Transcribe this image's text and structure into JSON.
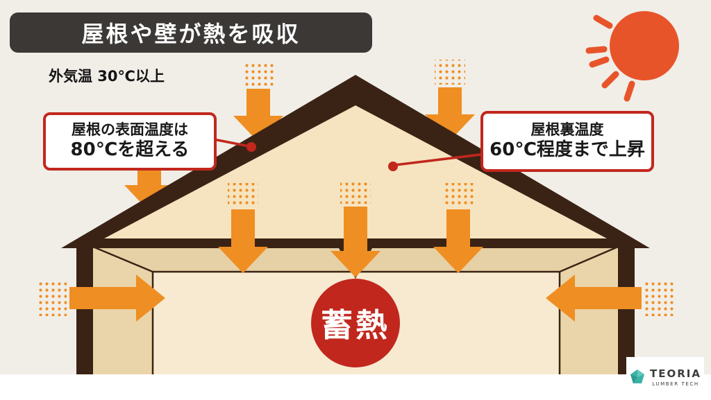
{
  "header": {
    "title": "屋根や壁が熱を吸収"
  },
  "labels": {
    "outside_temp": "外気温 30℃以上",
    "heat_storage": "蓄熱"
  },
  "callouts": {
    "left": {
      "line1": "屋根の表面温度は",
      "line2": "80℃を超える"
    },
    "right": {
      "line1": "屋根裏温度",
      "line2": "60℃程度まで上昇"
    }
  },
  "logo": {
    "brand": "TEORIA",
    "sub": "LUMBER TECH"
  },
  "icons": {
    "sun": "sun-icon",
    "down_arrows": "heat-down-arrow-icon",
    "side_arrows": "heat-inflow-arrow-icon"
  },
  "colors": {
    "background": "#f1eee8",
    "title_bg": "#3b3836",
    "accent_red": "#c1271d",
    "arrow_orange": "#ef8e22",
    "roof_brown": "#3a2315",
    "attic_beige": "#f6e4c0",
    "sun_orange": "#e8542a",
    "logo_teal": "#3bb2a6"
  }
}
